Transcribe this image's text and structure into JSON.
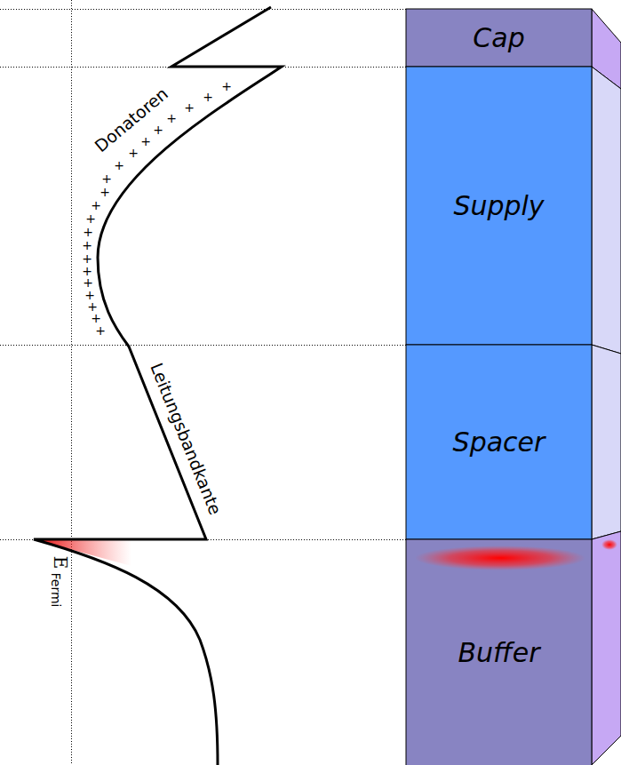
{
  "diagram": {
    "nodes": [
      {
        "text": [
          "Cap"
        ]
      },
      {
        "text": [
          "Supply"
        ]
      },
      {
        "text": [
          "Spacer"
        ]
      },
      {
        "text": [
          "Buffer"
        ]
      }
    ],
    "labels": [
      "Donatoren",
      "+",
      "+",
      "+",
      "+",
      "+",
      "+",
      "+",
      "+",
      "+",
      "+",
      "+",
      "+",
      "+",
      "+",
      "+",
      "+",
      "+",
      "+",
      "+",
      "+",
      "+",
      "Leitungsbandkante",
      "E",
      "Fermi"
    ]
  }
}
